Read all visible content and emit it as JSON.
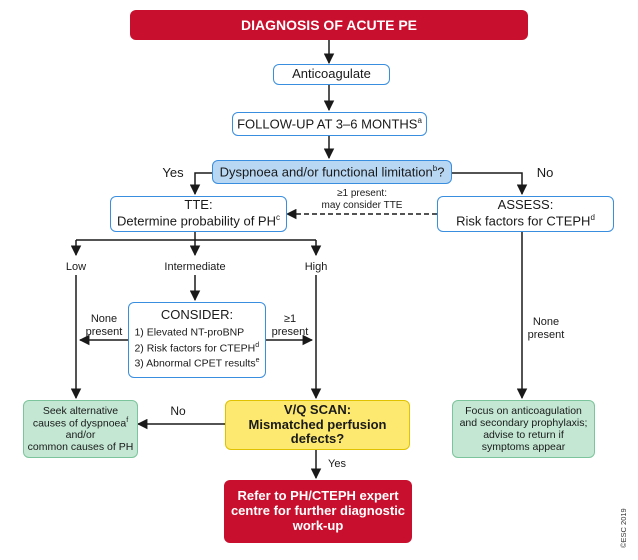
{
  "title": "DIAGNOSIS OF ACUTE PE",
  "anticoagulate": "Anticoagulate",
  "follow_up": {
    "text": "FOLLOW-UP AT 3–6 MONTHS",
    "sup": "a"
  },
  "dyspnoea": {
    "text": "Dyspnoea and/or functional limitation",
    "sup": "b",
    "tail": "?"
  },
  "yes_label": "Yes",
  "no_label": "No",
  "tte": {
    "line1": "TTE:",
    "line2": "Determine probability of PH",
    "sup": "c"
  },
  "assess": {
    "line1": "ASSESS:",
    "line2": "Risk factors for CTEPH",
    "sup": "d"
  },
  "dashed_label": {
    "line1": "≥1 present:",
    "line2": "may consider TTE"
  },
  "branches": {
    "low": "Low",
    "intermediate": "Intermediate",
    "high": "High"
  },
  "consider": {
    "title": "CONSIDER:",
    "items": [
      {
        "text": "1) Elevated NT-proBNP",
        "sup": ""
      },
      {
        "text": "2) Risk factors for CTEPH",
        "sup": "d"
      },
      {
        "text": "3) Abnormal CPET results",
        "sup": "e"
      }
    ]
  },
  "none_present_left": {
    "line1": "None",
    "line2": "present"
  },
  "one_present_right": {
    "line1": "≥1",
    "line2": "present"
  },
  "none_present_right": {
    "line1": "None",
    "line2": "present"
  },
  "seek": {
    "line1": "Seek alternative",
    "line2": "causes of dyspnoea",
    "sup": "f",
    "line3": "and/or",
    "line4": "common causes of PH"
  },
  "vq": {
    "line1": "V/Q SCAN:",
    "line2": "Mismatched perfusion defects?"
  },
  "vq_no": "No",
  "vq_yes": "Yes",
  "focus": {
    "line1": "Focus on anticoagulation",
    "line2": "and secondary prophylaxis;",
    "line3": "advise to return if",
    "line4": "symptoms appear"
  },
  "refer": {
    "line1": "Refer to PH/CTEPH expert",
    "line2": "centre for further diagnostic",
    "line3": "work-up"
  },
  "copyright": "©ESC 2019",
  "colors": {
    "red": "#c8102e",
    "blue_border": "#3a8ee0",
    "blue_fill": "#b8d7f3",
    "green_fill": "#c3e7d3",
    "yellow_fill": "#fde96f"
  }
}
